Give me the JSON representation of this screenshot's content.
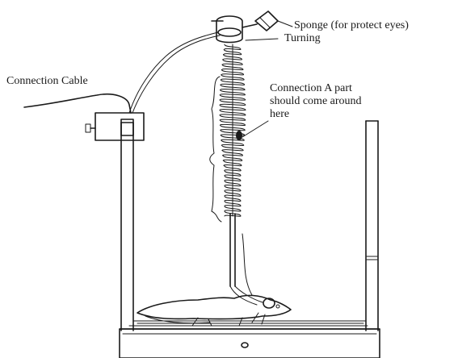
{
  "labels": {
    "sponge": "Sponge (for protect eyes)",
    "turning": "Turning",
    "connection_cable": "Connection Cable",
    "connection_a_line1": "Connection A part",
    "connection_a_line2": "should come around",
    "connection_a_line3": "here"
  }
}
